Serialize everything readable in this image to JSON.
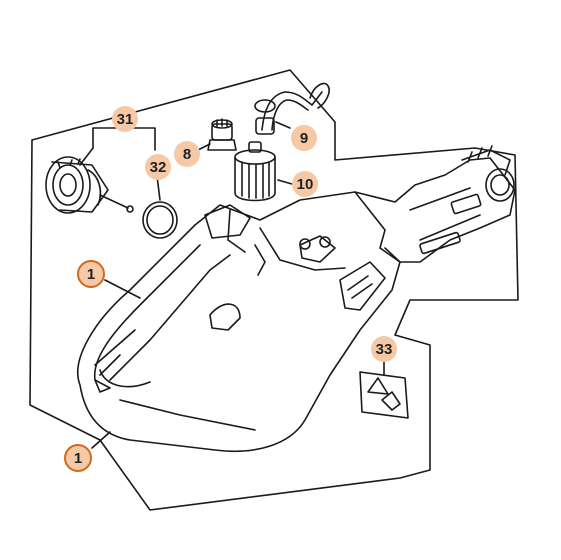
{
  "colors": {
    "callout_fill": "#f6c9a6",
    "callout_ring": "#d2691e",
    "line": "#1a1a1a",
    "background": "#ffffff"
  },
  "callouts": {
    "c31": "31",
    "c32": "32",
    "c8": "8",
    "c9": "9",
    "c10": "10",
    "c1_upper": "1",
    "c1_lower": "1",
    "c33": "33"
  }
}
